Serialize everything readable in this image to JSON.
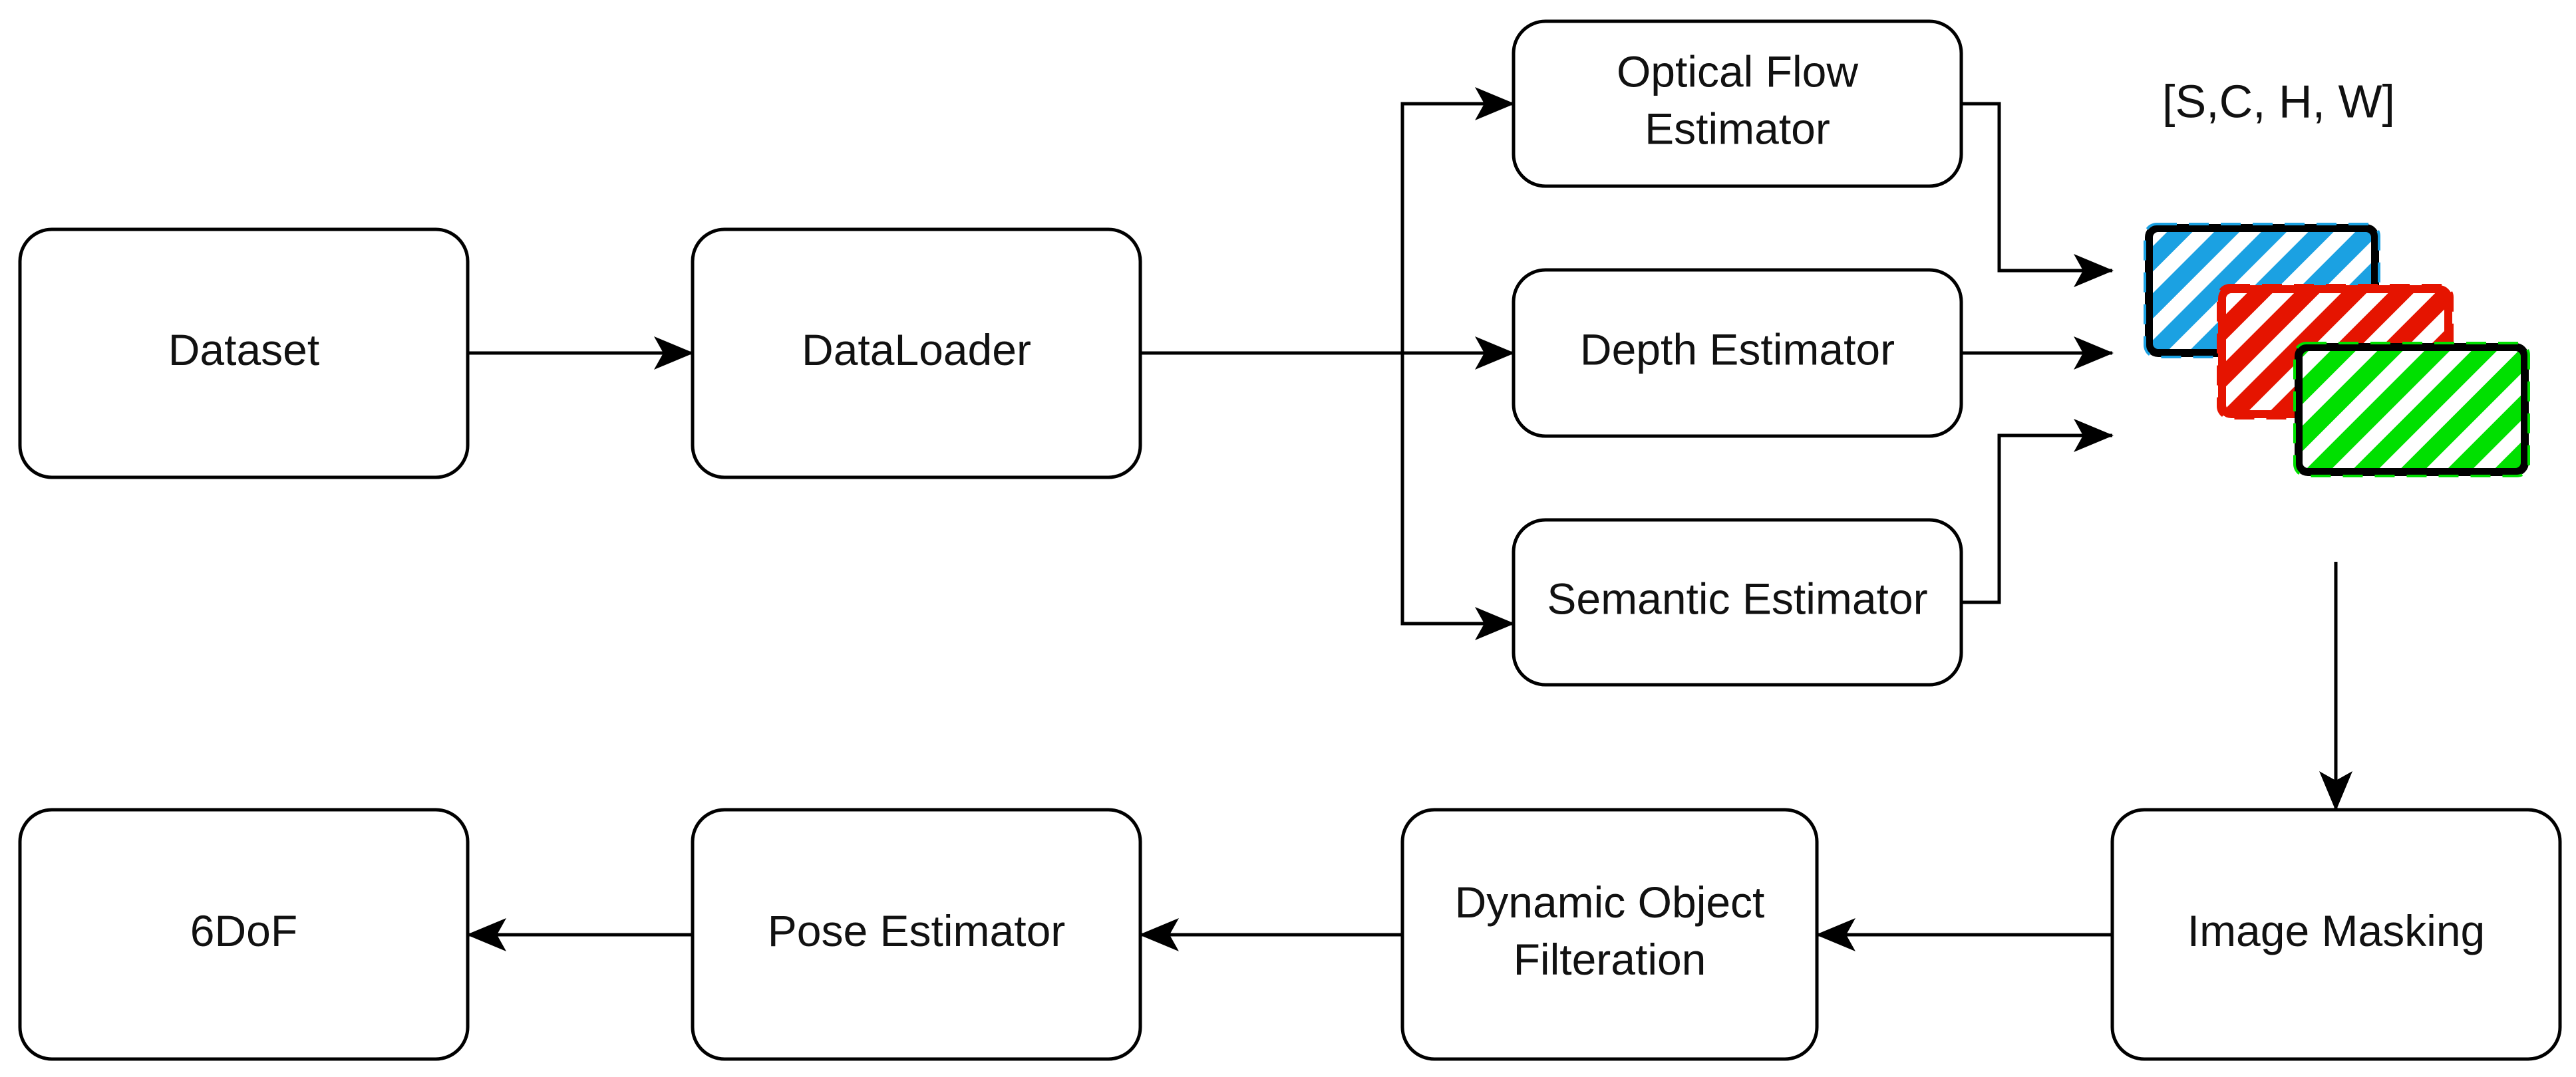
{
  "nodes": [
    {
      "id": "dataset",
      "lines": [
        "Dataset"
      ]
    },
    {
      "id": "dataloader",
      "lines": [
        "DataLoader"
      ]
    },
    {
      "id": "optical-flow-estimator",
      "lines": [
        "Optical Flow",
        "Estimator"
      ]
    },
    {
      "id": "depth-estimator",
      "lines": [
        "Depth Estimator"
      ]
    },
    {
      "id": "semantic-estimator",
      "lines": [
        "Semantic Estimator"
      ]
    },
    {
      "id": "image-masking",
      "lines": [
        "Image Masking"
      ]
    },
    {
      "id": "dynamic-object-filteration",
      "lines": [
        "Dynamic Object",
        "Filteration"
      ]
    },
    {
      "id": "pose-estimator",
      "lines": [
        "Pose Estimator"
      ]
    },
    {
      "id": "6dof",
      "lines": [
        "6DoF"
      ]
    }
  ],
  "edges": [
    {
      "from": "dataset",
      "to": "dataloader"
    },
    {
      "from": "dataloader",
      "to": "optical-flow-estimator"
    },
    {
      "from": "dataloader",
      "to": "depth-estimator"
    },
    {
      "from": "dataloader",
      "to": "semantic-estimator"
    },
    {
      "from": "optical-flow-estimator",
      "to": "tensor-stack"
    },
    {
      "from": "depth-estimator",
      "to": "tensor-stack"
    },
    {
      "from": "semantic-estimator",
      "to": "tensor-stack"
    },
    {
      "from": "tensor-stack",
      "to": "image-masking"
    },
    {
      "from": "image-masking",
      "to": "dynamic-object-filteration"
    },
    {
      "from": "dynamic-object-filteration",
      "to": "pose-estimator"
    },
    {
      "from": "pose-estimator",
      "to": "6dof"
    }
  ],
  "tensor_stack": {
    "label": "[S,C, H, W]",
    "layers": [
      {
        "name": "optical-flow-layer",
        "color": "#1ba1e2"
      },
      {
        "name": "depth-layer",
        "color": "#e51400"
      },
      {
        "name": "semantic-layer",
        "color": "#00e000"
      }
    ]
  }
}
